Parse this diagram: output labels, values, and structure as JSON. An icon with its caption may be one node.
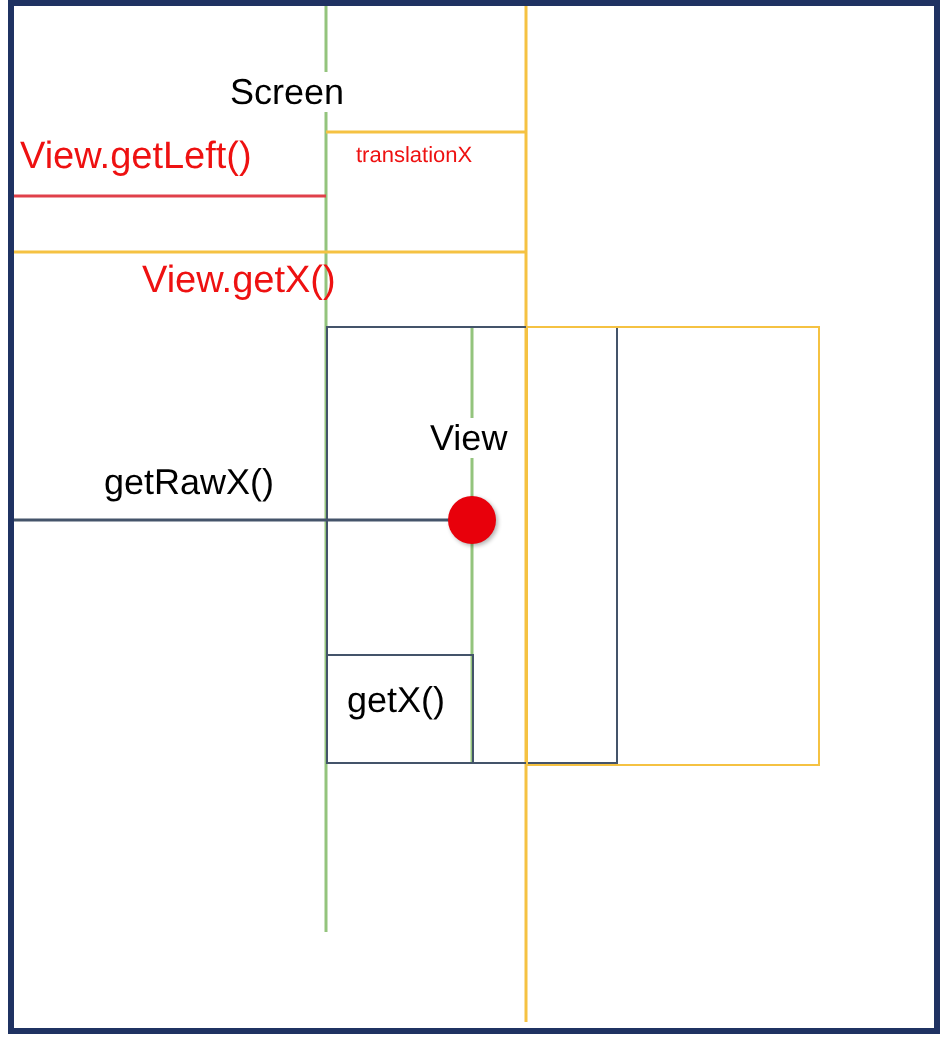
{
  "diagram": {
    "nodes": [
      {
        "text": [
          "Screen"
        ]
      },
      {
        "text": [
          "View"
        ],
        "in": 0
      },
      {
        "text": [],
        "shape": "box",
        "in": 0
      },
      {
        "text": [
          "getX()"
        ],
        "in": 1
      },
      {
        "text": [],
        "shape": "circle",
        "in": 1
      }
    ],
    "labels": [
      "View.getLeft()",
      "translationX",
      "View.getX()",
      "getRawX()"
    ]
  }
}
